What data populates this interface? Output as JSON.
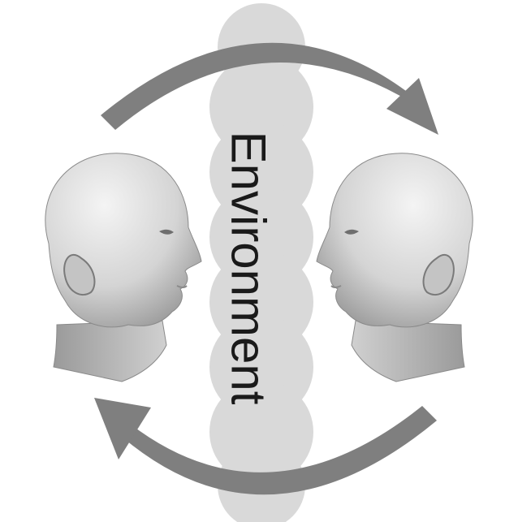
{
  "diagram": {
    "center_label": "Environment",
    "heads": [
      {
        "id": "left",
        "facing": "right"
      },
      {
        "id": "right",
        "facing": "left"
      }
    ],
    "arrows": [
      {
        "id": "top",
        "direction": "left-to-right"
      },
      {
        "id": "bottom",
        "direction": "right-to-left"
      }
    ]
  },
  "colors": {
    "background": "#ffffff",
    "environment_fill": "#d9d9d9",
    "arrow": "#7f7f7f",
    "head_light": "#f2f2f2",
    "head_mid": "#bdbdbd",
    "head_dark": "#7a7a7a",
    "label": "#1a1a1a"
  }
}
